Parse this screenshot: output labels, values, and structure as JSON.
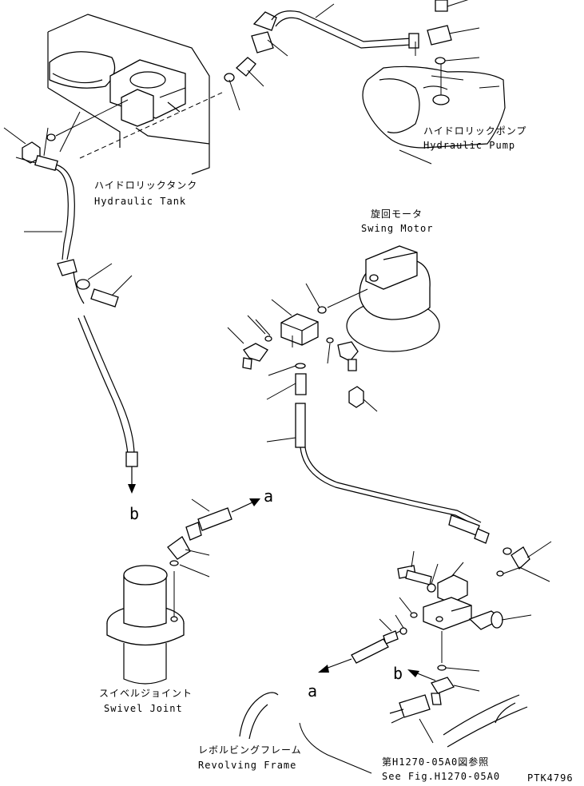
{
  "labels": {
    "hydraulic_pump_jp": "ハイドロリックポンプ",
    "hydraulic_pump_en": "Hydraulic Pump",
    "hydraulic_tank_jp": "ハイドロリックタンク",
    "hydraulic_tank_en": "Hydraulic Tank",
    "swing_motor_jp": "旋回モータ",
    "swing_motor_en": "Swing Motor",
    "swivel_joint_jp": "スイベルジョイント",
    "swivel_joint_en": "Swivel Joint",
    "revolving_frame_jp": "レボルビングフレーム",
    "revolving_frame_en": "Revolving Frame",
    "see_fig_jp": "第H1270-05A0図参照",
    "see_fig_en": "See Fig.H1270-05A0",
    "drawing_code": "PTK4796"
  },
  "refs": {
    "a_top": "a",
    "b_left": "b",
    "b_right": "b",
    "a_bottom": "a"
  }
}
